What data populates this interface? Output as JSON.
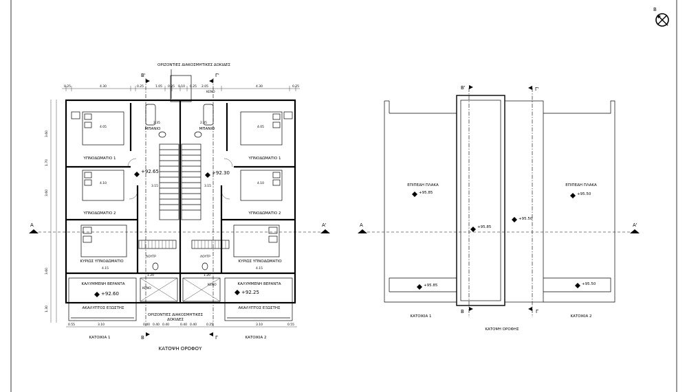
{
  "north": {
    "letter": "B",
    "icon": "north-arrow-icon"
  },
  "floor_plan": {
    "title": "ΚΑΤΟΨΗ ΟΡΟΦΟΥ",
    "beams_top": "ΟΡΙΖΟΝΤΙΕΣ ΔΙΑΚΟΣΜΗΤΙΚΕΣ ΔΟΚΙΔΕΣ",
    "beams_bottom_1": "ΟΡΙΖΟΝΤΙΕΣ ΔΙΑΚΟΣΜΗΤΙΚΕΣ",
    "beams_bottom_2": "ΔΟΚΙΔΕΣ",
    "void_top": "ΚΕΝΟ",
    "void_left": "ΚΕΝΟ",
    "void_right": "ΚΕΝΟ",
    "bath_left": "ΜΠΑΝΙΟ",
    "bath_right": "ΜΠΑΝΙΟ",
    "wc_left": "ΛΟΥΤΡ",
    "wc_right": "ΛΟΥΤΡ",
    "bedroom1_left": "ΥΠΝΟΔΩΜΑΤΙΟ 1",
    "bedroom1_right": "ΥΠΝΟΔΩΜΑΤΙΟ 1",
    "bedroom2_left": "ΥΠΝΟΔΩΜΑΤΙΟ 2",
    "bedroom2_right": "ΥΠΝΟΔΩΜΑΤΙΟ 2",
    "master_left": "ΚΥΡΙΩΣ ΥΠΝΟΔΩΜΑΤΙΟ",
    "master_right": "ΚΥΡΙΩΣ ΥΠΝΟΔΩΜΑΤΙΟ",
    "veranda_left": "ΚΑΛΥΜΜΕΝΗ ΒΕΡΑΝΤΑ",
    "veranda_right": "ΚΑΛΥΜΜΕΝΗ ΒΕΡΑΝΤΑ",
    "terrace_left": "ΑΚΑΛΥΠΤΟΣ ΕΞΩΣΤΗΣ",
    "terrace_right": "ΑΚΑΛΥΠΤΟΣ ΕΞΩΣΤΗΣ",
    "level_left_hall": "+92.65",
    "level_right_hall": "+92.30",
    "level_left_veranda": "+92.60",
    "level_right_veranda": "+92.25",
    "unit_left": "ΚΑΤΟΙΚΙΑ 1",
    "unit_right": "ΚΑΤΟΙΚΙΑ 2",
    "section_a": "Α",
    "section_a2": "Α'",
    "section_b": "Β",
    "section_b2": "Β'",
    "section_g": "Γ",
    "section_g2": "Γ'",
    "dims_top": [
      "0.25",
      "4.30",
      "0.25",
      "1.05",
      "0.25",
      "0.10",
      "0.25",
      "2.05",
      "4.30",
      "0.25"
    ],
    "dims_bottom": [
      "0.55",
      "3.10",
      "0.40",
      "0.40",
      "0.40",
      "0.40",
      "0.40",
      "0.25",
      "3.10",
      "0.55"
    ],
    "dims_left": [
      "3.60",
      "1.70",
      "3.60",
      "3.60",
      "1.30"
    ],
    "room_dims": [
      "4.05",
      "4.10",
      "4.15",
      "3.15",
      "3.15",
      "2.35",
      "2.35",
      "1.20",
      "1.20"
    ]
  },
  "roof_plan": {
    "title": "ΚΑΤΟΨΗ ΟΡΟΦΗΣ",
    "flat_left": "ΕΠΙΠΕΔΗ ΠΛΑΚΑ",
    "flat_right": "ΕΠΙΠΕΔΗ ΠΛΑΚΑ",
    "level_flat_left": "+95.85",
    "level_flat_right": "+95.50",
    "level_mid_left": "+95.85",
    "level_mid_right": "+95.50",
    "level_low_left": "+95.85",
    "level_low_right": "+95.50",
    "unit_left": "ΚΑΤΟΙΚΙΑ 1",
    "unit_right": "ΚΑΤΟΙΚΙΑ 2",
    "section_a": "Α",
    "section_a2": "Α'",
    "section_b": "Β",
    "section_b2": "Β'",
    "section_g": "Γ",
    "section_g2": "Γ'"
  }
}
